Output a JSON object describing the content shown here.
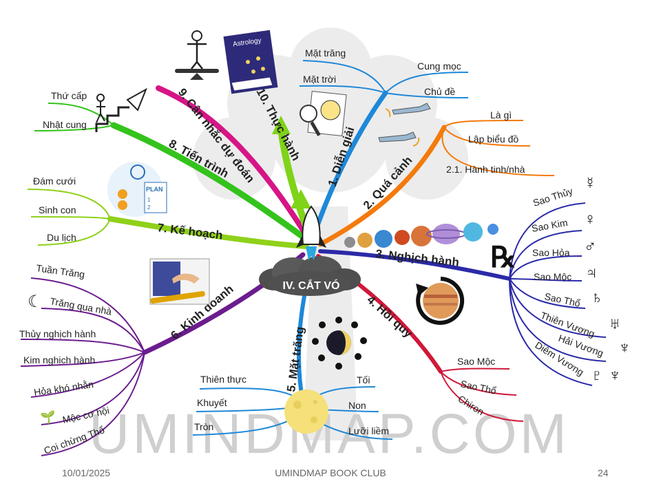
{
  "center": {
    "label": "IV. CẮT VÓ"
  },
  "watermark": "UMINDMAP.COM",
  "footer": {
    "date": "10/01/2025",
    "club": "UMINDMAP BOOK CLUB",
    "page": "24"
  },
  "colors": {
    "b1": "#1e88d8",
    "b2": "#f47a0c",
    "b3": "#2b2aa8",
    "b4": "#d0183a",
    "b5": "#1e88d8",
    "b6": "#6b1c8e",
    "b7": "#8fd11a",
    "b8": "#34c31c",
    "b9": "#d61586",
    "b10": "#7fd318"
  },
  "branches": {
    "b1": {
      "label": "1. Diễn giải",
      "leaves": [
        "Mặt trăng",
        "Mặt trời",
        "Cung mọc",
        "Chủ đề"
      ]
    },
    "b2": {
      "label": "2. Quá cảnh",
      "leaves": [
        "Là gì",
        "Lập biểu đồ",
        "2.1. Hành tinh/nhà"
      ]
    },
    "b3": {
      "label": "3. Nghịch hành",
      "leaves": [
        "Sao Thủy",
        "Sao Kim",
        "Sao Hỏa",
        "Sao Mộc",
        "Sao Thổ",
        "Thiên Vương",
        "Hải Vương",
        "Diêm Vương"
      ]
    },
    "b4": {
      "label": "4. Hồi quy",
      "leaves": [
        "Sao Mộc",
        "Sao Thổ",
        "Chiron"
      ]
    },
    "b5": {
      "label": "5. Mặt trăng",
      "leaves": [
        "Thiên thực",
        "Khuyết",
        "Tròn",
        "Tối",
        "Non",
        "Lưỡi liềm"
      ]
    },
    "b6": {
      "label": "6. Kinh doanh",
      "leaves": [
        "Tuần Trăng",
        "Trăng qua nhà",
        "Thủy nghịch hành",
        "Kim nghịch hành",
        "Hỏa khó nhằn",
        "Mộc cơ hội",
        "Coi chừng Thổ"
      ]
    },
    "b7": {
      "label": "7. Kế hoạch",
      "leaves": [
        "Đám cưới",
        "Sinh con",
        "Du lịch"
      ]
    },
    "b8": {
      "label": "8. Tiến trình",
      "leaves": [
        "Thứ cấp",
        "Nhật cung"
      ]
    },
    "b9": {
      "label": "9. Cân nhắc dự đoán",
      "leaves": []
    },
    "b10": {
      "label": "10. Thực hành",
      "leaves": []
    }
  },
  "images": {
    "book_title": "Astrology",
    "plan_label": "PLAN",
    "plan_items": [
      "1",
      "2"
    ],
    "planet_symbols": [
      "☿",
      "♀",
      "♂",
      "♃",
      "♄",
      "♅",
      "♆",
      "♇",
      "♆"
    ],
    "retrograde_symbol": "℞"
  }
}
